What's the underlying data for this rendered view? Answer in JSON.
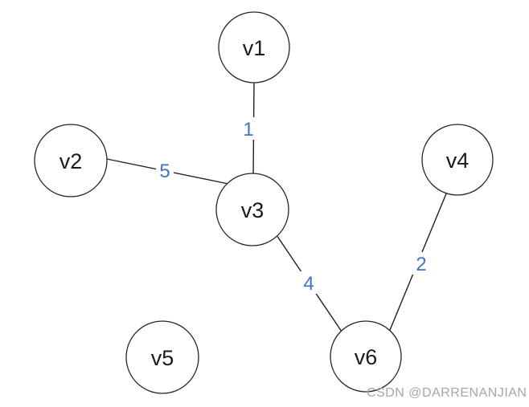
{
  "graph": {
    "type": "undirected-weighted-graph",
    "nodes": [
      {
        "id": "v1",
        "label": "v1"
      },
      {
        "id": "v2",
        "label": "v2"
      },
      {
        "id": "v3",
        "label": "v3"
      },
      {
        "id": "v4",
        "label": "v4"
      },
      {
        "id": "v5",
        "label": "v5"
      },
      {
        "id": "v6",
        "label": "v6"
      }
    ],
    "edges": [
      {
        "from": "v1",
        "to": "v3",
        "weight": "1"
      },
      {
        "from": "v2",
        "to": "v3",
        "weight": "5"
      },
      {
        "from": "v3",
        "to": "v6",
        "weight": "4"
      },
      {
        "from": "v4",
        "to": "v6",
        "weight": "2"
      }
    ]
  },
  "colors": {
    "edge_weight_text": "#4472c4",
    "edge_line": "#1f1f1f",
    "node_stroke": "#262626",
    "node_fill": "#ffffff",
    "watermark_text": "#a6a6a6",
    "background": "#ffffff"
  },
  "watermark": {
    "text": "CSDN @DARRENANJIAN"
  }
}
